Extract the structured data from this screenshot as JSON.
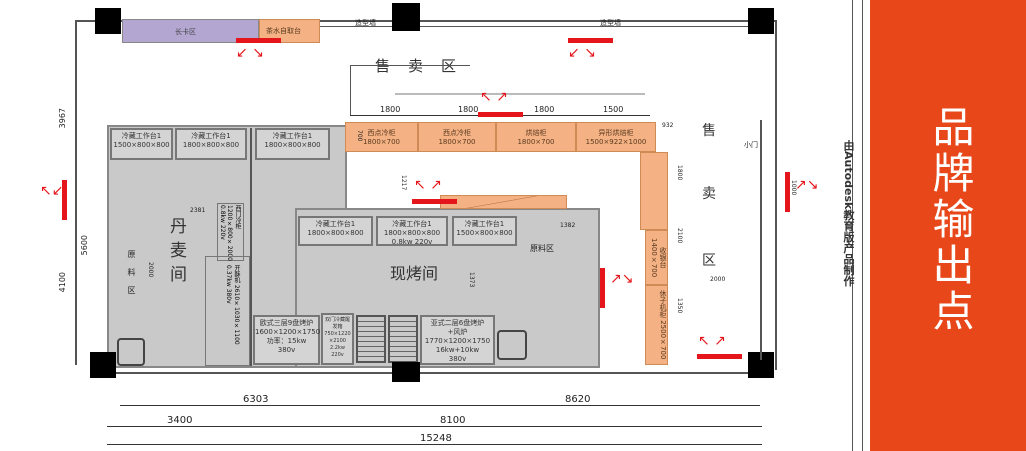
{
  "panel": {
    "title": "品牌输出点",
    "bg": "#e8471a"
  },
  "watermark": "由Autodesk教育版产品制作",
  "areas": {
    "long_seat": "长卡区",
    "tea_bar": "茶水自取台",
    "wall_top": "造型墙",
    "sales_top": "售卖区",
    "sales_right": [
      "售",
      "卖",
      "区"
    ],
    "danish": "丹麦间",
    "bake": "现烤间",
    "raw1": "原料区",
    "raw2": "原料区",
    "small_door": "小门"
  },
  "counters": [
    {
      "name": "西点冷柜",
      "size": "1800×700"
    },
    {
      "name": "西点冷柜",
      "size": "1800×700"
    },
    {
      "name": "烘焙柜",
      "size": "1800×700"
    },
    {
      "name": "异形烘焙柜",
      "size": "1500×922×1000"
    }
  ],
  "right_counters": [
    "收银台 1400×700",
    "休子机柜 2500×700"
  ],
  "tables_top": [
    {
      "name": "冷藏工作台1",
      "size": "1500×800×800"
    },
    {
      "name": "冷藏工作台1",
      "size": "1800×800×800"
    },
    {
      "name": "冷藏工作台1",
      "size": "1800×800×800"
    }
  ],
  "tables_mid": [
    {
      "name": "冷藏工作台1",
      "size": "1800×800×800"
    },
    {
      "name": "冷藏工作台1",
      "size": "1800×800×800",
      "extra": "0.8kw 220v"
    },
    {
      "name": "冷藏工作台1",
      "size": "1500×800×800"
    }
  ],
  "equipment": {
    "fridge": "西门冷柜 1200×800×2000 0.8kw 220v",
    "sheeter": "开酥机 2610×1030×1100 0.37kw 380v",
    "oven_eu": [
      "欧式三层9盘烤炉",
      "1600×1200×1750",
      "功率：15kw",
      "380v"
    ],
    "proofer": [
      "双门冷藏醒发箱",
      "750×1220",
      "×2100",
      "2.2kw",
      "220v"
    ],
    "oven_asia": [
      "亚式二层6盘烤炉",
      "+风炉",
      "1770×1200×1750",
      "16kw+10kw",
      "380v"
    ]
  },
  "dimensions": {
    "top": [
      "1800",
      "1800",
      "1800",
      "1500"
    ],
    "diag": "932",
    "right": [
      "1800",
      "2100",
      "2000",
      "1350"
    ],
    "left_a": "3967",
    "left_b": "5600",
    "left_c": "4100",
    "d2381": "2381",
    "d2000": "2000",
    "d1217": "1217",
    "d1373": "1373",
    "d1382": "1382",
    "d700": "700",
    "bottom1": [
      "6303",
      "8620"
    ],
    "bottom2": [
      "3400",
      "8100"
    ],
    "bottom3": "15248",
    "right_door": "1000"
  }
}
